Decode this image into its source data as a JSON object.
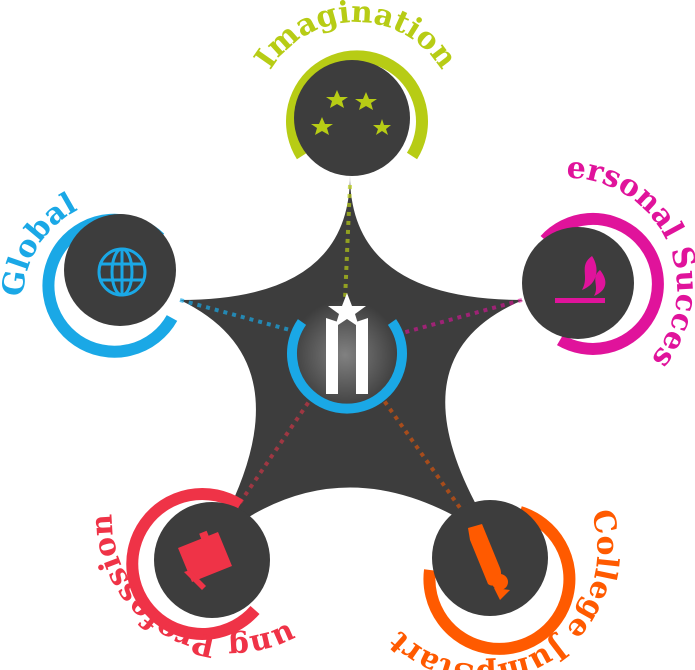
{
  "nodes": {
    "imagination": {
      "label": "Imagination",
      "color": "#b7cc15",
      "icon": "stars-icon"
    },
    "personal_success": {
      "label": "Personal Success",
      "color": "#e0139b",
      "icon": "flame-icon"
    },
    "college_jumpstart": {
      "label": "College JumpStart",
      "color": "#ff5a00",
      "icon": "rocket-icon"
    },
    "young_professionals": {
      "label": "Young Professionals",
      "color": "#ef3347",
      "icon": "briefcase-icon"
    },
    "global": {
      "label": "Global",
      "color": "#1aa8e6",
      "icon": "globe-icon"
    }
  },
  "center": {
    "color": "#1aa8e6",
    "icon": "star-logo-icon"
  },
  "star_color": "#3d3d3d"
}
